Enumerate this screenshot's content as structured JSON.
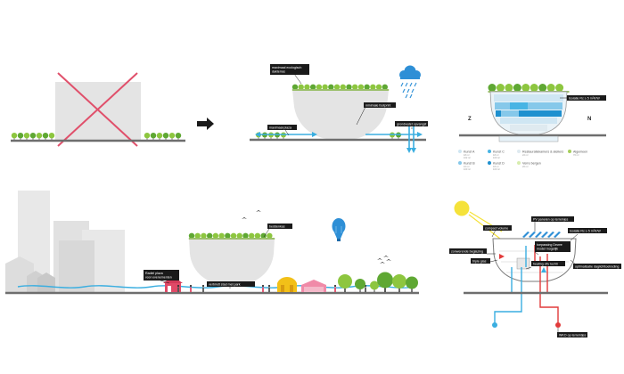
{
  "colors": {
    "ground": "#6e6e6e",
    "building": "#e4e4e4",
    "building_dark": "#cfcfcf",
    "tree": "#8dc63f",
    "tree_dark": "#5fa833",
    "cross": "#e0506b",
    "water": "#3aaee0",
    "hot": "#e23a3a",
    "sun": "#f5e23a",
    "label_bg": "#1a1a1a",
    "balloon": "#2e8fd6"
  },
  "labels": {
    "max_eco_roof": "maximaal ecologisch\ndakterras",
    "max_public_space": "maximaal plaza",
    "min_footprint": "minimale footprint",
    "groundwater_buffer": "grondwatet opvangst",
    "roof_garden": "beddenkas",
    "vibrant_place": "Radiel plaza\nvoor evenementen",
    "connection_park": "verbindt stad met park",
    "compact_volume": "compact volume",
    "pv_panels": "PV panelen op terreinjes",
    "insulation_top": "Isolatie Rc ≥ 5 m²K/W",
    "insulation_right": "Isolatie Rc ≥ 5 m²K/W",
    "glazed_facade": "zonwerende beglazing",
    "triple_glass": "triple glas",
    "passive_solar": "toepassing Dewre\nmodel mogelijk",
    "heating_cooling": "heating zitv luchti",
    "daylight": "optimalisatie daglichttoetreding",
    "wko": "WKO op terreintjes"
  },
  "compass": {
    "south": "Z",
    "north": "N"
  },
  "legend": [
    {
      "name": "Kunst A",
      "sub": "18 m²\n102 m²",
      "color": "#cfe6f3"
    },
    {
      "name": "Kunst C",
      "sub": "18 m²\n100 m²",
      "color": "#48b4e4"
    },
    {
      "name": "Restauratiekamers & ateliers",
      "sub": "22 m²",
      "color": "#dfeaf0"
    },
    {
      "name": "Algemeen",
      "sub": "70 m²",
      "color": "#a6cf5b"
    },
    {
      "name": "Kunst B",
      "sub": "16 m²\n100 m²",
      "color": "#86c8ea"
    },
    {
      "name": "Kunst D",
      "sub": "18 m²\n100 m²",
      "color": "#1e90cf"
    },
    {
      "name": "Verre bergen",
      "sub": "26 m²",
      "color": "#d7edae"
    }
  ]
}
